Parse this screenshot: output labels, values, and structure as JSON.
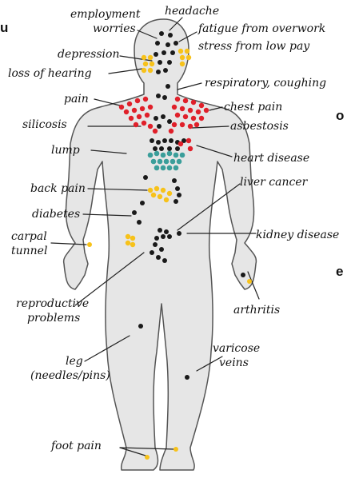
{
  "colors": {
    "black": "#1a1a1a",
    "red": "#e0202a",
    "yellow": "#f7c21a",
    "teal": "#3a9e9a",
    "body_fill": "#e6e6e6",
    "body_stroke": "#555555"
  },
  "fragments": {
    "frag_u": "u",
    "frag_o": "o",
    "frag_e": "e"
  },
  "labels": {
    "employment_1": "employment",
    "employment_2": "worries",
    "headache": "headache",
    "fatigue": "fatigue from overwork",
    "stress": "stress from low pay",
    "depression": "depression",
    "loss_of_hearing": "loss of hearing",
    "respiratory": "respiratory, coughing",
    "pain": "pain",
    "chest_pain": "chest pain",
    "silicosis": "silicosis",
    "asbestosis": "asbestosis",
    "lump": "lump",
    "heart_disease": "heart disease",
    "liver_cancer": "liver cancer",
    "back_pain": "back pain",
    "diabetes": "diabetes",
    "carpal_1": "carpal",
    "carpal_2": "tunnel",
    "kidney_disease": "kidney disease",
    "arthritis": "arthritis",
    "reproductive_1": "reproductive",
    "reproductive_2": "problems",
    "leg_1": "leg",
    "leg_2": "(needles/pins)",
    "varicose_1": "varicose",
    "varicose_2": "veins",
    "foot_pain": "foot pain"
  }
}
